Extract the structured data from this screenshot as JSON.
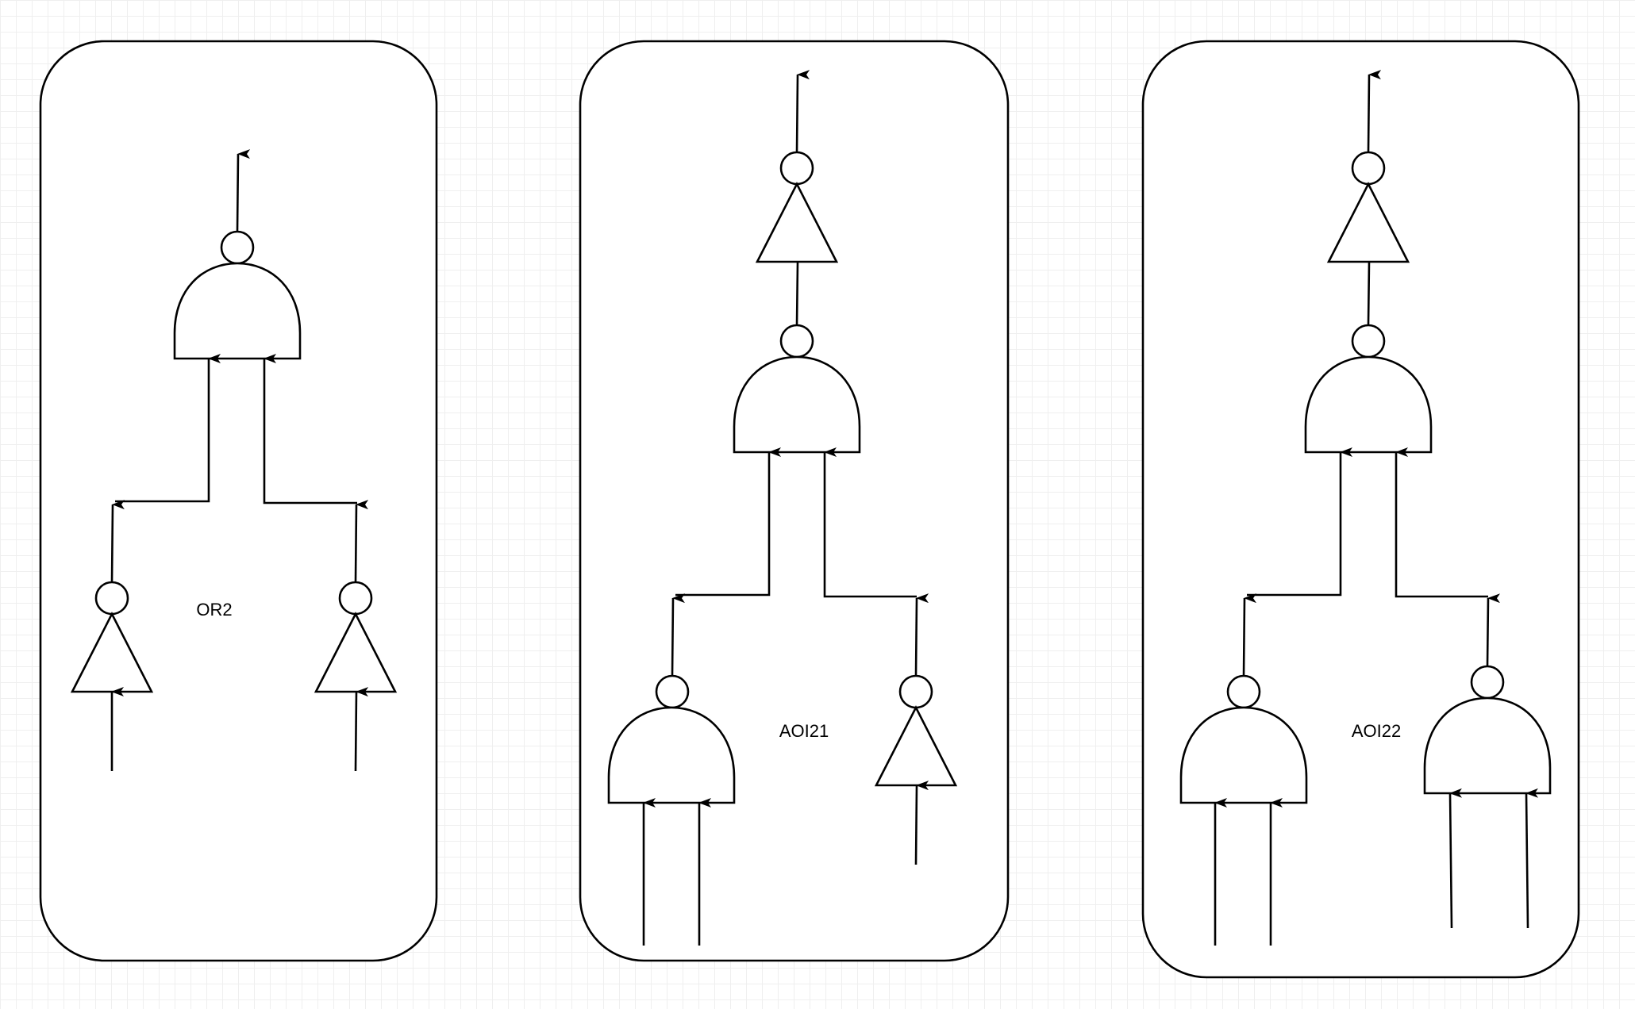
{
  "canvas": {
    "background": "#ffffff",
    "grid_color": "#efefef",
    "stroke_color": "#000000"
  },
  "cells": [
    {
      "id": "or2",
      "label": "OR2"
    },
    {
      "id": "aoi21",
      "label": "AOI21"
    },
    {
      "id": "aoi22",
      "label": "AOI22"
    }
  ]
}
